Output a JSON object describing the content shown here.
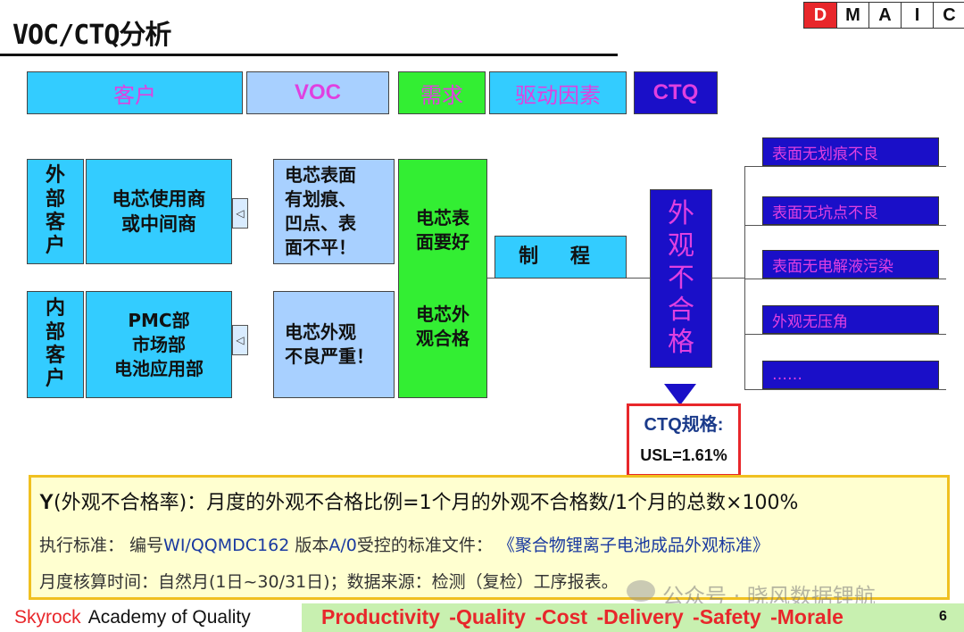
{
  "title": "VOC/CTQ分析",
  "dmaic": [
    "D",
    "M",
    "A",
    "I",
    "C"
  ],
  "header": {
    "customer": "客户",
    "voc": "VOC",
    "need": "需求",
    "driver": "驱动因素",
    "ctq": "CTQ"
  },
  "external": {
    "label": "外部客户",
    "desc_line1": "电芯使用商",
    "desc_line2": "或中间商",
    "voc_line1": "电芯表面",
    "voc_line2": "有划痕、",
    "voc_line3": "凹点、表",
    "voc_line4": "面不平！"
  },
  "internal": {
    "label": "内部客户",
    "desc_line1": "PMC部",
    "desc_line2": "市场部",
    "desc_line3": "电池应用部",
    "voc_line1": "电芯外观",
    "voc_line2": "不良严重！"
  },
  "need": {
    "n1_line1": "电芯表",
    "n1_line2": "面要好",
    "n2_line1": "电芯外",
    "n2_line2": "观合格"
  },
  "driver": "制 程",
  "ctq_box": "外观不合格",
  "specs": [
    "表面无划痕不良",
    "表面无坑点不良",
    "表面无电解液污染",
    "外观无压角",
    "……"
  ],
  "ctq_spec": {
    "title": "CTQ规格:",
    "usl": "USL=1.61%"
  },
  "panel": {
    "y_letter": "Y",
    "y_text": "(外观不合格率)：月度的外观不合格比例=1个月的外观不合格数/1个月的总数×100%",
    "std_prefix": "执行标准：  编号",
    "std_code": "WI/QQMDC162",
    "std_mid": "  版本",
    "std_ver": "A/0",
    "std_mid2": "受控的标准文件：   ",
    "std_name": "《聚合物锂离子电池成品外观标准》",
    "calc": "月度核算时间：自然月(1日~30/31日)；数据来源：检测（复检）工序报表。"
  },
  "watermark": "公众号 · 晓风数据锂航",
  "footer": {
    "brand_red": "Skyrock",
    "brand_black": "Academy of Quality",
    "motto": "Productivity -Quality -Cost  -Delivery -Safety -Morale",
    "page": "6"
  },
  "colors": {
    "accent_red": "#e8272b",
    "cyan": "#33ccff",
    "light_blue": "#a8d0ff",
    "green": "#33ee33",
    "navy": "#1a0fc8",
    "magenta_text": "#e040e0"
  }
}
